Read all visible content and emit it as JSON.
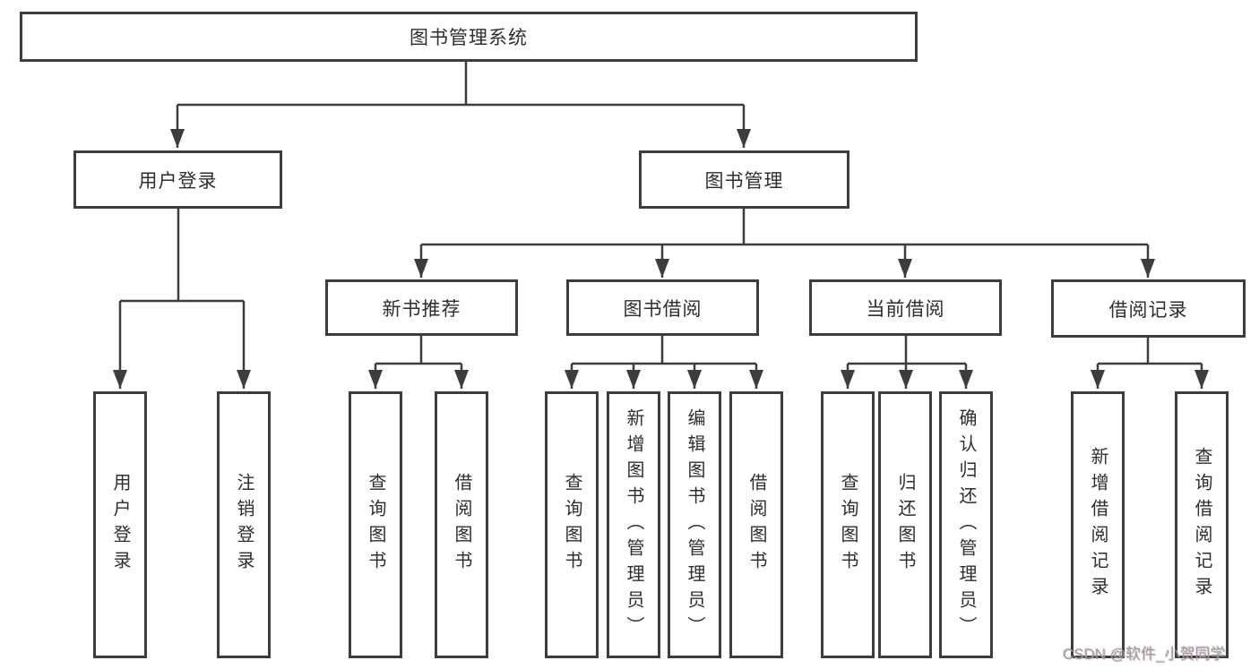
{
  "tree": {
    "label": "图书管理系统",
    "children": [
      {
        "label": "用户登录",
        "children": [
          {
            "label": "用户登录"
          },
          {
            "label": "注销登录"
          }
        ]
      },
      {
        "label": "图书管理",
        "children": [
          {
            "label": "新书推荐",
            "children": [
              {
                "label": "查询图书"
              },
              {
                "label": "借阅图书"
              }
            ]
          },
          {
            "label": "图书借阅",
            "children": [
              {
                "label": "查询图书"
              },
              {
                "label": "新增图书（管理员）"
              },
              {
                "label": "编辑图书（管理员）"
              },
              {
                "label": "借阅图书"
              }
            ]
          },
          {
            "label": "当前借阅",
            "children": [
              {
                "label": "查询图书"
              },
              {
                "label": "归还图书"
              },
              {
                "label": "确认归还（管理员）"
              }
            ]
          },
          {
            "label": "借阅记录",
            "children": [
              {
                "label": "新增借阅记录"
              },
              {
                "label": "查询借阅记录"
              }
            ]
          }
        ]
      }
    ]
  },
  "watermark": "CSDN @软件_小贺同学",
  "colors": {
    "line": "#3d3d3d",
    "text": "#2e2e2e",
    "watermark": "#9b9b9b",
    "background": "#ffffff"
  }
}
